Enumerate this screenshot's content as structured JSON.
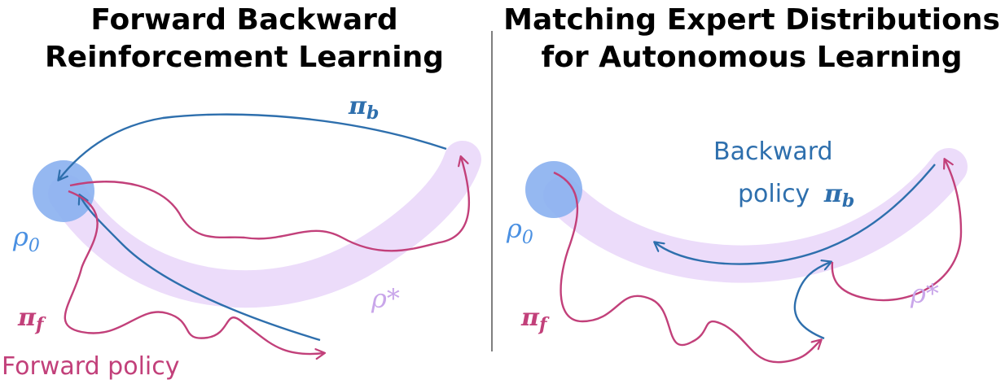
{
  "left_panel": {
    "title_line1": "Forward Backward",
    "title_line2": "Reinforcement Learning",
    "initial_dist_label": "ρ",
    "initial_dist_sub": "0",
    "expert_dist_label": "ρ*",
    "backward_policy_symbol": "π",
    "backward_policy_sub": "b",
    "forward_policy_symbol": "π",
    "forward_policy_sub": "f",
    "forward_policy_caption": "Forward policy"
  },
  "right_panel": {
    "title_line1": "Matching Expert Distributions",
    "title_line2": "for Autonomous Learning",
    "initial_dist_label": "ρ",
    "initial_dist_sub": "0",
    "expert_dist_label": "ρ*",
    "backward_caption_line1": "Backward",
    "backward_caption_line2": "policy",
    "backward_policy_symbol": "π",
    "backward_policy_sub": "b",
    "forward_policy_symbol": "π",
    "forward_policy_sub": "f"
  },
  "colors": {
    "forward_policy": "#c2407a",
    "backward_policy": "#2e6fad",
    "initial_dist_fill": "#8ab0f0",
    "initial_dist_text": "#4a90e2",
    "expert_band": "#ecdcfa",
    "expert_text": "#c9a6ea",
    "divider": "#555555"
  }
}
